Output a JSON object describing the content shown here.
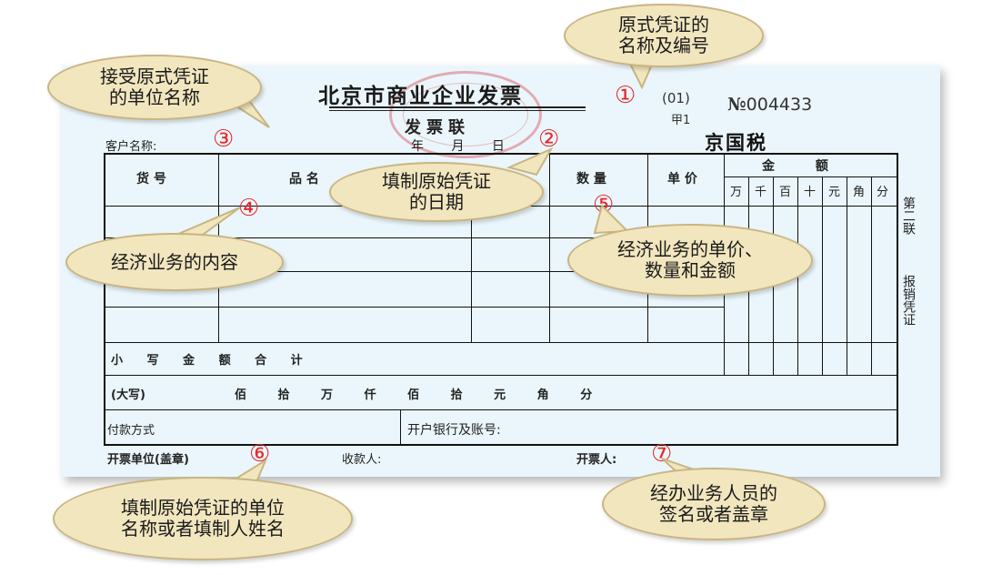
{
  "invoice": {
    "title": "北京市商业企业发票",
    "subtitle": "发票联",
    "code": "(01)",
    "code_sub": "甲1",
    "serial_prefix": "№",
    "serial": "004433",
    "tax_mark": "京国税",
    "customer_label": "客户名称:",
    "date_label": "年 月 日",
    "headers": {
      "item_no": "货 号",
      "item_name": "品 名",
      "quantity": "数 量",
      "unit_price": "单 价",
      "amount": "金 额"
    },
    "amount_digits": [
      "万",
      "千",
      "百",
      "十",
      "元",
      "角",
      "分"
    ],
    "subtotal_label": "小 写 金 额 合 计",
    "capital_label": "(大写)",
    "capital_units": "佰 拾 万 仟 佰 拾 元 角 分",
    "payment_method_label": "付款方式",
    "bank_label": "开户银行及账号:",
    "issuer_unit_label": "开票单位(盖章)",
    "payee_label": "收款人:",
    "drawer_label": "开票人:",
    "side_label_top": "第二联",
    "side_label_bottom": "报销凭证"
  },
  "markers": [
    "①",
    "②",
    "③",
    "④",
    "⑤",
    "⑥",
    "⑦"
  ],
  "callouts": {
    "name_and_number": "原式凭证的\n名称及编号",
    "receiving_unit": "接受原式凭证\n的单位名称",
    "fill_date": "填制原始凭证\n的日期",
    "business_content": "经济业务的内容",
    "price_qty_amount": "经济业务的单价、\n数量和金额",
    "issuing_unit": "填制原始凭证的单位\n名称或者填制人姓名",
    "signature": "经办业务人员的\n签名或者盖章"
  },
  "colors": {
    "marker_red": "#e4282c",
    "sheet_bg": "#eaf6fb",
    "bubble_fill": "#f2e6bf"
  }
}
